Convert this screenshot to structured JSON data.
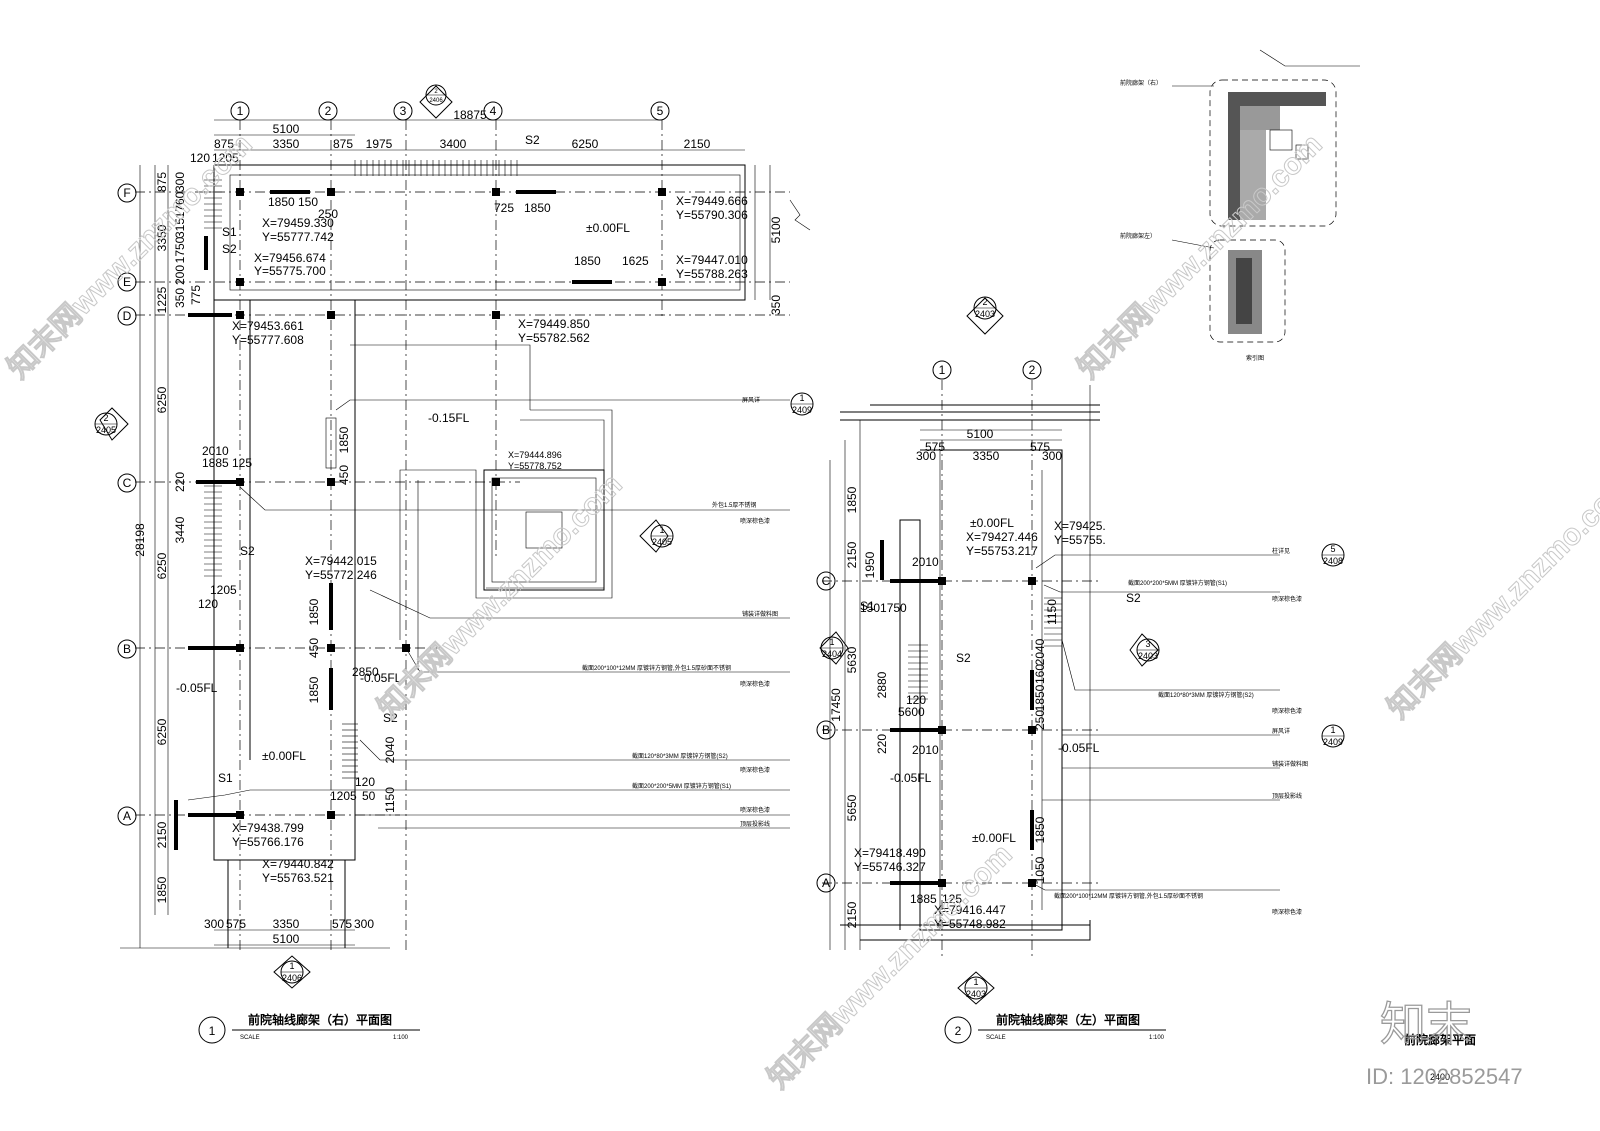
{
  "plan_right": {
    "axes_num": [
      "1",
      "2",
      "3",
      "4",
      "5"
    ],
    "axes_let": [
      "F",
      "E",
      "D",
      "C",
      "B",
      "A"
    ],
    "title": "前院轴线廊架（右）平面图",
    "scale_label": "SCALE",
    "scale": "1:100",
    "number": "1",
    "dims_top_total": "18875",
    "dims_top_a": [
      "5100"
    ],
    "dims_top_b": [
      "875",
      "3350",
      "875",
      "1975",
      "3400",
      "6250",
      "2150"
    ],
    "dims_bottom": [
      "300",
      "575",
      "3350",
      "575",
      "300"
    ],
    "dim_bottom_total": "5100",
    "dims_left": [
      "875",
      "3350",
      "1225",
      "6250",
      "6250",
      "6250",
      "2150",
      "1850"
    ],
    "dim_left_total": "28198",
    "dims_left_inner": [
      "120",
      "1205",
      "300",
      "1760",
      "315",
      "1750",
      "200",
      "350",
      "775"
    ],
    "coords": [
      [
        "X=79459.330",
        "Y=55777.742"
      ],
      [
        "X=79456.674",
        "Y=55775.700"
      ],
      [
        "X=79453.661",
        "Y=55777.608"
      ],
      [
        "X=79449.850",
        "Y=55782.562"
      ],
      [
        "X=79449.666",
        "Y=55790.306"
      ],
      [
        "X=79447.010",
        "Y=55788.263"
      ],
      [
        "X=79444.896",
        "Y=55778.752"
      ],
      [
        "X=79442.015",
        "Y=55772.246"
      ],
      [
        "X=79438.799",
        "Y=55766.176"
      ],
      [
        "X=79440.842",
        "Y=55763.521"
      ]
    ],
    "levels": [
      "±0.00FL",
      "-0.15FL",
      "-0.05FL",
      "±0.00FL",
      "-0.05FL"
    ],
    "misc_dims": [
      "1850",
      "150",
      "250",
      "725",
      "1850",
      "1850",
      "1625",
      "2010",
      "1885",
      "125",
      "220",
      "3440",
      "1205",
      "120",
      "1850",
      "450",
      "1850",
      "450",
      "1850",
      "2850",
      "2040",
      "120",
      "1150",
      "1205",
      "50",
      "350",
      "5100"
    ],
    "tags": [
      "S1",
      "S2",
      "S2",
      "S1",
      "S2",
      "S2"
    ],
    "callouts": [
      {
        "text": "屏风详",
        "ref_top": "1",
        "ref_bot": "2409"
      },
      {
        "text": "外包1.5厚不锈钢",
        "sub": "喷深棕色漆"
      },
      {
        "text": "铺装详做料图"
      },
      {
        "text": "截面200*100*12MM  厚镀锌方钢管,外包1.5厚砂面不锈钢",
        "sub": "喷深棕色漆"
      },
      {
        "text": "截面120*80*3MM  厚镀锌方钢管(S2)",
        "sub": "喷深棕色漆"
      },
      {
        "text": "截面200*200*5MM  厚镀锌方钢管(S1)",
        "sub": "喷深棕色漆"
      },
      {
        "text": "顶层投影线"
      }
    ],
    "sym_top": {
      "a": "2",
      "b": "2406"
    },
    "sym_left": {
      "a": "2",
      "b": "2405"
    },
    "sym_right": {
      "a": "1",
      "b": "2405"
    },
    "sym_bottom": {
      "a": "1",
      "b": "2406"
    }
  },
  "plan_left": {
    "axes_num": [
      "1",
      "2"
    ],
    "axes_let": [
      "C",
      "B",
      "A"
    ],
    "title": "前院轴线廊架（左）平面图",
    "scale_label": "SCALE",
    "scale": "1:100",
    "number": "2",
    "dims_top": [
      "5100",
      "575",
      "3350",
      "575",
      "300",
      "300"
    ],
    "dims_left": [
      "1850",
      "2150",
      "1950",
      "5630",
      "17450",
      "2880",
      "220",
      "5650",
      "2150"
    ],
    "coords": [
      [
        "X=79427.446",
        "Y=55753.217"
      ],
      [
        "X=79425.",
        "Y=55755."
      ],
      [
        "X=79418.490",
        "Y=55746.327"
      ],
      [
        "X=79416.447",
        "Y=55748.982"
      ]
    ],
    "levels": [
      "±0.00FL",
      "-0.05FL",
      "-0.05FL",
      "±0.00FL"
    ],
    "misc_dims": [
      "2010",
      "1501750",
      "5600",
      "2010",
      "1885",
      "125",
      "1150",
      "2040",
      "160",
      "1850",
      "250",
      "1850",
      "1050",
      "120"
    ],
    "tags": [
      "S1",
      "S2",
      "S2"
    ],
    "callouts": [
      {
        "text": "柱详见",
        "ref_top": "5",
        "ref_bot": "2408"
      },
      {
        "text": "截面200*200*5MM  厚镀锌方钢管(S1)",
        "sub": "喷深棕色漆"
      },
      {
        "text": "截面120*80*3MM  厚镀锌方钢管(S2)",
        "sub": "喷深棕色漆"
      },
      {
        "text": "屏风详",
        "ref_top": "1",
        "ref_bot": "2409"
      },
      {
        "text": "铺装详做料图"
      },
      {
        "text": "顶层投影线"
      },
      {
        "text": "截面200*100*12MM  厚镀锌方钢管,外包1.5厚砂面不锈钢",
        "sub": "喷深棕色漆"
      }
    ],
    "sym_top": {
      "a": "2",
      "b": "2403"
    },
    "sym_left": {
      "a": "1",
      "b": "2404"
    },
    "sym_right": {
      "a": "3",
      "b": "2403"
    },
    "sym_bottom": {
      "a": "1",
      "b": "2403"
    }
  },
  "key_plan": {
    "label_right": "前院廊架（右）",
    "label_left": "前院廊架左）",
    "title": "索引图"
  },
  "sheet": {
    "title": "前院廊架平面",
    "number": "2400"
  },
  "watermark": {
    "text": "知末网www.znzmo.com",
    "logo": "知末",
    "id": "ID: 1202852547"
  }
}
